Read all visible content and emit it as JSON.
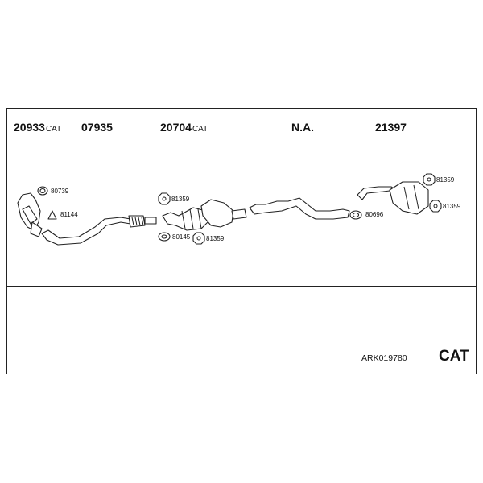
{
  "part_numbers": [
    {
      "number": "20933",
      "suffix": "CAT"
    },
    {
      "number": "07935",
      "suffix": ""
    },
    {
      "number": "20704",
      "suffix": "CAT"
    },
    {
      "number": "N.A.",
      "suffix": ""
    },
    {
      "number": "21397",
      "suffix": ""
    }
  ],
  "labels": {
    "clamp_80739": "80739",
    "gasket_81144": "81144",
    "nut_81359_a": "81359",
    "gasket_80145": "80145",
    "nut_81359_b": "81359",
    "ring_80696": "80696",
    "nut_81359_c": "81359",
    "nut_81359_d": "81359"
  },
  "reference": "ARK019780",
  "cat_mark": "CAT"
}
